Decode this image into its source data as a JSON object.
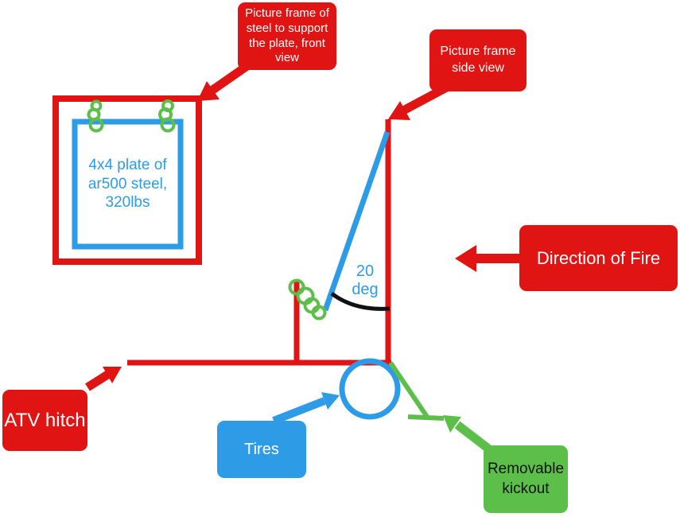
{
  "colors": {
    "red": "#e11414",
    "blue": "#2d9be5",
    "green": "#5cbf4a",
    "black": "#111111",
    "text_on_red": "#ffffff",
    "text_on_blue": "#ffffff",
    "text_on_green": "#111111"
  },
  "callouts": {
    "front_view_label": "Picture frame of steel to support the plate, front view",
    "side_view_label": "Picture frame side view",
    "direction_of_fire_label": "Direction of Fire",
    "atv_hitch_label": "ATV hitch",
    "tires_label": "Tires",
    "removable_kickout_label": "Removable kickout"
  },
  "diagram": {
    "plate_label": "4x4 plate of ar500 steel, 320lbs",
    "angle_label": "20 deg"
  }
}
